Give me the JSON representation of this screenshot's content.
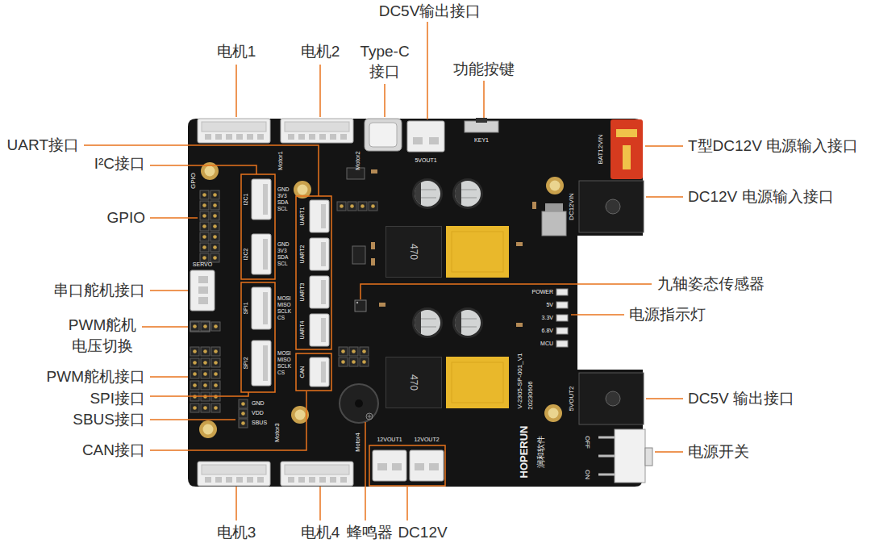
{
  "diagram": {
    "nodes": [
      {
        "text": [
          "470"
        ]
      },
      {
        "text": [
          "470"
        ]
      }
    ],
    "labels": [
      "DC5V输出接口",
      "电机1",
      "电机2",
      "Type-C 接口",
      "功能按键",
      "UART接口",
      "T型DC12V 电源输入接口",
      "I²C接口",
      "DC12V 电源输入接口",
      "GPIO",
      "九轴姿态传感器",
      "串口舵机接口",
      "电源指示灯",
      "PWM舵机 电压切换",
      "PWM舵机接口",
      "SPI接口",
      "DC5V 输出接口",
      "SBUS接口",
      "CAN接口",
      "电源开关",
      "电机3",
      "电机4",
      "蜂鸣器",
      "DC12V",
      "Motor1",
      "Motor2",
      "KEY1",
      "5VOUT1",
      "BAT12VIN",
      "DC12VIN",
      "GPIO",
      "SERVO",
      "I2C1",
      "GND 3V3 SDA SCL",
      "I2C2",
      "GND 3V3 SDA SCL",
      "UART1",
      "UART2",
      "UART3",
      "UART4",
      "SPI1",
      "MOSI MISO SCLK CS",
      "SPI2",
      "MOSI MISO SCLK CS",
      "CAN",
      "POWER",
      "5V",
      "3.3V",
      "6.8V",
      "MCU",
      "V-2305-SP-001_V1",
      "20230606",
      "HOPERUN",
      "润和软件",
      "5VOUT2",
      "OFF",
      "ON",
      "GND VDD SBUS",
      "Motor3",
      "Motor4",
      "12VOUT1",
      "12VOUT2"
    ]
  }
}
